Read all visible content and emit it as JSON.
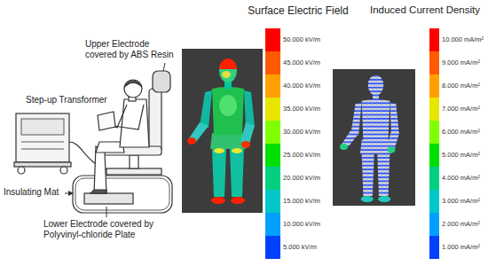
{
  "diagram": {
    "labels": [
      "Upper Electrode covered by ABS Resin",
      "Step-up Transformer",
      "Insulating Mat",
      "Lower Electrode covered by Polyvinyl-chloride Plate",
      "Surface Electric Field",
      "Induced Current Density"
    ],
    "legend": [
      {
        "text": "50.000 kV/m",
        "color": "#ff0000"
      },
      {
        "text": "45.000 kV/m",
        "color": "#ff5a00"
      },
      {
        "text": "40.000 kV/m",
        "color": "#ffa000"
      },
      {
        "text": "35.000 kV/m",
        "color": "#e6e600"
      },
      {
        "text": "30.000 kV/m",
        "color": "#80ff00"
      },
      {
        "text": "25.000 kV/m",
        "color": "#00e000"
      },
      {
        "text": "20.000 kV/m",
        "color": "#00d080"
      },
      {
        "text": "15.000 kV/m",
        "color": "#00c8c8"
      },
      {
        "text": "10.000 kV/m",
        "color": "#00a0ff"
      },
      {
        "text": "5.000 kV/m",
        "color": "#0040ff"
      },
      {
        "text": "10.000 mA/m²",
        "color": "#ff0000"
      },
      {
        "text": "9.000 mA/m²",
        "color": "#ff5a00"
      },
      {
        "text": "8.000 mA/m²",
        "color": "#ffa000"
      },
      {
        "text": "7.000 mA/m²",
        "color": "#e6e600"
      },
      {
        "text": "6.000 mA/m²",
        "color": "#80ff00"
      },
      {
        "text": "5.000 mA/m²",
        "color": "#00e000"
      },
      {
        "text": "4.000 mA/m²",
        "color": "#00d080"
      },
      {
        "text": "3.000 mA/m²",
        "color": "#00c8c8"
      },
      {
        "text": "2.000 mA/m²",
        "color": "#00a0ff"
      },
      {
        "text": "1.000 mA/m²",
        "color": "#0040ff"
      }
    ]
  }
}
